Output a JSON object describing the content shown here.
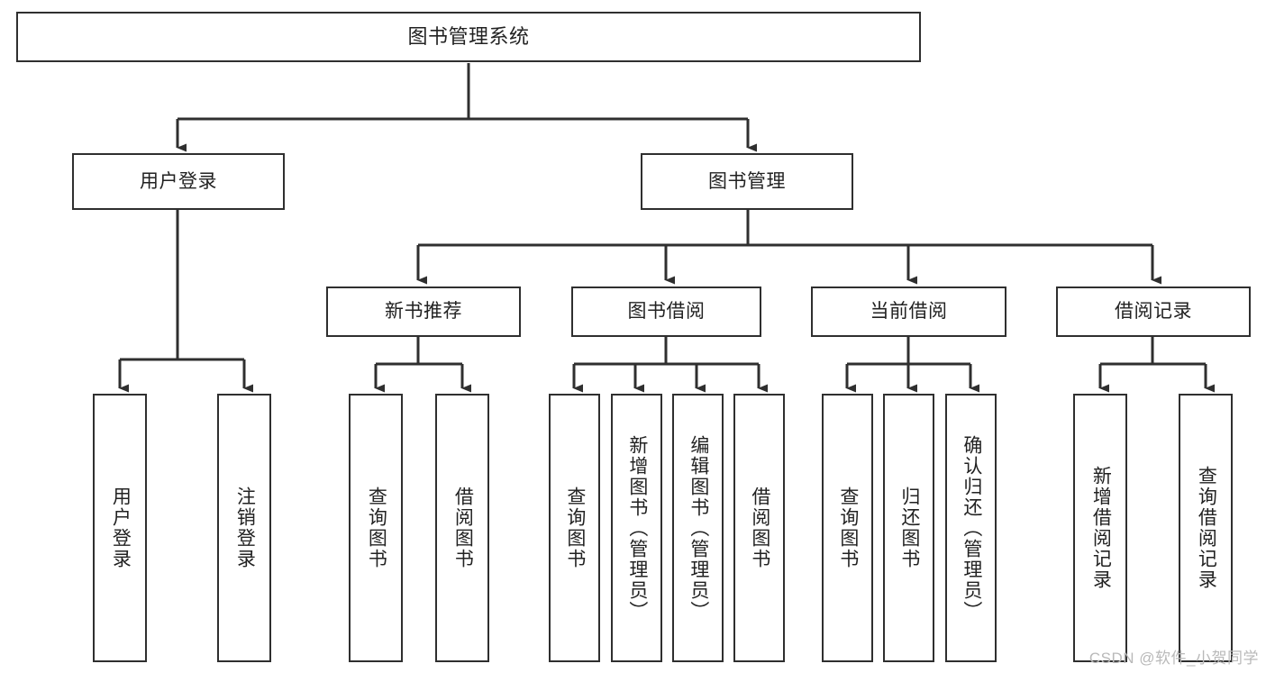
{
  "diagram": {
    "title": "图书管理系统",
    "watermark": "CSDN @软件_小贺同学",
    "line_color": "#2f2f2f",
    "box_fill": "#ffffff",
    "text_color": "#222222",
    "watermark_color": "#b9b9b9"
  },
  "root": {
    "label": "图书管理系统"
  },
  "level2": [
    {
      "label": "用户登录"
    },
    {
      "label": "图书管理"
    }
  ],
  "level3": [
    {
      "label": "新书推荐"
    },
    {
      "label": "图书借阅"
    },
    {
      "label": "当前借阅"
    },
    {
      "label": "借阅记录"
    }
  ],
  "leaves": {
    "user_login": [
      {
        "label": "用户登录"
      },
      {
        "label": "注销登录"
      }
    ],
    "new_book": [
      {
        "label": "查询图书"
      },
      {
        "label": "借阅图书"
      }
    ],
    "book_borrow": [
      {
        "label": "查询图书"
      },
      {
        "label": "新增图书（管理员）"
      },
      {
        "label": "编辑图书（管理员）"
      },
      {
        "label": "借阅图书"
      }
    ],
    "current_borrow": [
      {
        "label": "查询图书"
      },
      {
        "label": "归还图书"
      },
      {
        "label": "确认归还（管理员）"
      }
    ],
    "borrow_record": [
      {
        "label": "新增借阅记录"
      },
      {
        "label": "查询借阅记录"
      }
    ]
  }
}
